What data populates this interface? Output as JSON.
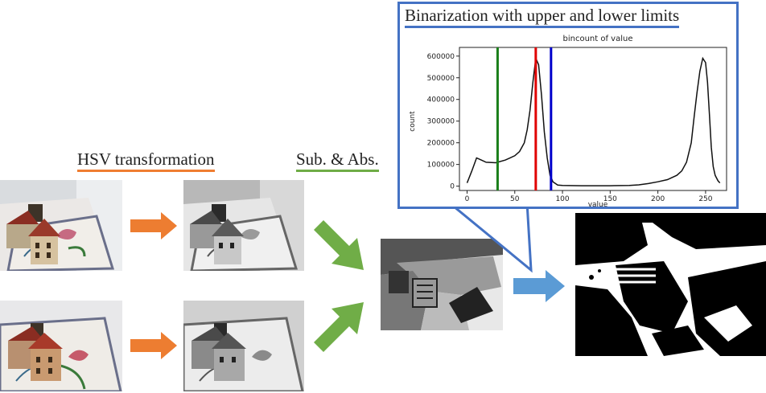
{
  "labels": {
    "hsv": "HSV transformation",
    "sub_abs": "Sub. & Abs.",
    "binarization": "Binarization with upper and lower limits"
  },
  "colors": {
    "orange_arrow": "#ed7d31",
    "green_arrow": "#70ad47",
    "blue_arrow": "#5b9bd5",
    "callout_border": "#4472c4",
    "lower_limit": "#1a7f1a",
    "peak_marker": "#e00000",
    "upper_limit": "#0000cc"
  },
  "chart_data": {
    "type": "line",
    "title": "bincount of value",
    "xlabel": "value",
    "ylabel": "count",
    "xlim": [
      -8,
      272
    ],
    "ylim": [
      -20000,
      640000
    ],
    "xticks": [
      0,
      50,
      100,
      150,
      200,
      250
    ],
    "yticks": [
      0,
      100000,
      200000,
      300000,
      400000,
      500000,
      600000
    ],
    "series": [
      {
        "x": [
          0,
          5,
          10,
          15,
          20,
          30,
          40,
          50,
          55,
          60,
          63,
          66,
          69,
          72,
          75,
          78,
          81,
          84,
          87,
          90,
          95,
          100,
          120,
          150,
          170,
          180,
          190,
          200,
          210,
          220,
          225,
          230,
          235,
          238,
          241,
          244,
          247,
          250,
          252,
          254,
          256,
          258,
          260,
          263,
          265
        ],
        "y": [
          15000,
          70000,
          130000,
          120000,
          110000,
          108000,
          120000,
          140000,
          160000,
          200000,
          260000,
          350000,
          480000,
          590000,
          560000,
          420000,
          250000,
          130000,
          50000,
          20000,
          5000,
          3000,
          2000,
          2000,
          3000,
          6000,
          12000,
          20000,
          30000,
          50000,
          70000,
          110000,
          200000,
          320000,
          430000,
          530000,
          590000,
          570000,
          480000,
          330000,
          180000,
          90000,
          50000,
          25000,
          15000
        ]
      }
    ],
    "vlines": [
      {
        "x": 32,
        "role": "lower limit"
      },
      {
        "x": 72,
        "role": "peak"
      },
      {
        "x": 88,
        "role": "upper limit"
      }
    ]
  }
}
